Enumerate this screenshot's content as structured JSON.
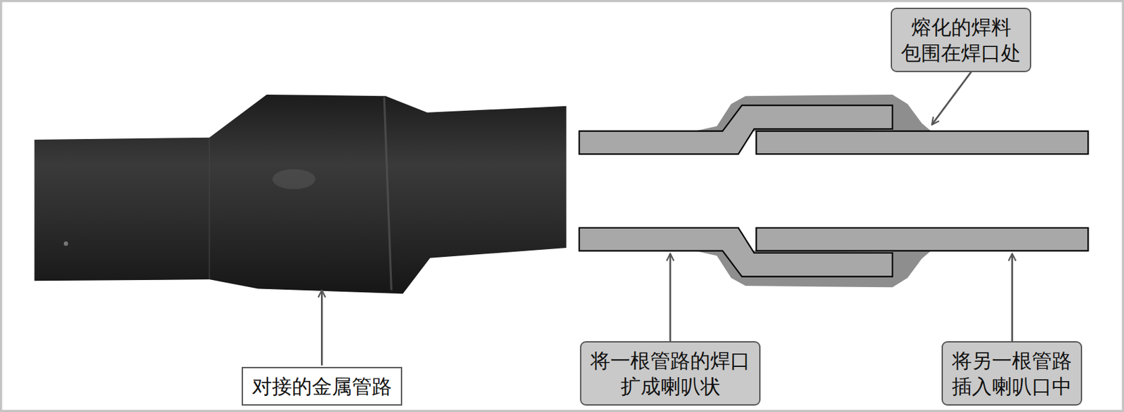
{
  "diagram": {
    "nodes": [
      {
        "text": [
          "熔化的焊料 包围在焊口处"
        ]
      },
      {
        "text": [
          "对接的金属管路"
        ]
      },
      {
        "text": [
          "将一根管路的焊口 扩成喇叭状"
        ]
      },
      {
        "text": [
          "将另一根管路 插入喇叭口中"
        ]
      }
    ]
  }
}
